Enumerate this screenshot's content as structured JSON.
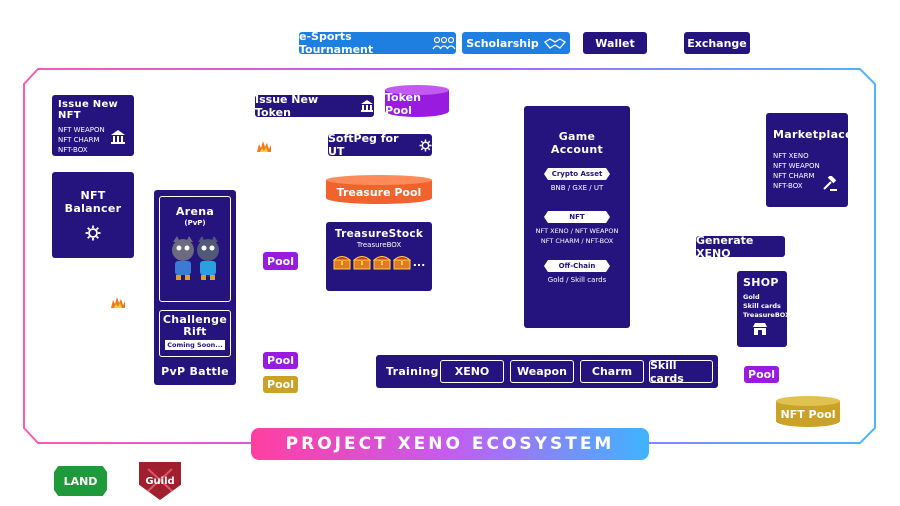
{
  "top_bar": {
    "esports": "e-Sports Tournament",
    "scholarship": "Scholarship",
    "wallet": "Wallet",
    "exchange": "Exchange"
  },
  "issue_nft": {
    "title": "Issue New NFT",
    "items": [
      "NFT WEAPON",
      "NFT CHARM",
      "NFT-BOX"
    ]
  },
  "nft_balancer": {
    "title_line1": "NFT",
    "title_line2": "Balancer"
  },
  "issue_token": {
    "label": "Issue New Token"
  },
  "token_pool": {
    "label": "Token Pool"
  },
  "softpeg": {
    "label": "SoftPeg for UT"
  },
  "treasure_pool": {
    "label": "Treasure Pool"
  },
  "treasure_stock": {
    "title": "TreasureStock",
    "subtitle": "TreasureBOX",
    "more": "..."
  },
  "arena": {
    "title": "Arena",
    "subtitle": "(PvP)"
  },
  "challenge": {
    "line1": "Challenge",
    "line2": "Rift",
    "badge": "Coming Soon..."
  },
  "pvp_battle": {
    "label": "PvP Battle"
  },
  "pools": {
    "pool": "Pool"
  },
  "game_account": {
    "title_line1": "Game",
    "title_line2": "Account",
    "crypto_tag": "Crypto Asset",
    "crypto_items": "BNB / GXE / UT",
    "nft_tag": "NFT",
    "nft_items_line1": "NFT XENO / NFT WEAPON",
    "nft_items_line2": "NFT CHARM / NFT-BOX",
    "offchain_tag": "Off-Chain",
    "offchain_items": "Gold / Skill cards"
  },
  "marketplace": {
    "title": "Marketplace",
    "items": [
      "NFT XENO",
      "NFT WEAPON",
      "NFT CHARM",
      "NFT-BOX"
    ]
  },
  "generate_xeno": {
    "label": "Generate XENO"
  },
  "shop": {
    "title": "SHOP",
    "items": [
      "Gold",
      "Skill cards",
      "TreasureBOX"
    ]
  },
  "training": {
    "label": "Training",
    "options": [
      "XENO",
      "Weapon",
      "Charm",
      "Skill cards"
    ]
  },
  "nft_pool": {
    "label": "NFT Pool"
  },
  "banner": {
    "text": "PROJECT XENO ECOSYSTEM"
  },
  "land": {
    "label": "LAND"
  },
  "guild": {
    "label": "Guild"
  },
  "colors": {
    "navy": "#25137e",
    "blue": "#1f7fe0",
    "purple": "#9a1be0",
    "orange": "#f0632c",
    "gold": "#c9a227",
    "land_green": "#1e9a3a",
    "guild_red": "#a01e2e",
    "banner_gradient_start": "#ff3fa0",
    "banner_gradient_end": "#3fb4ff"
  }
}
